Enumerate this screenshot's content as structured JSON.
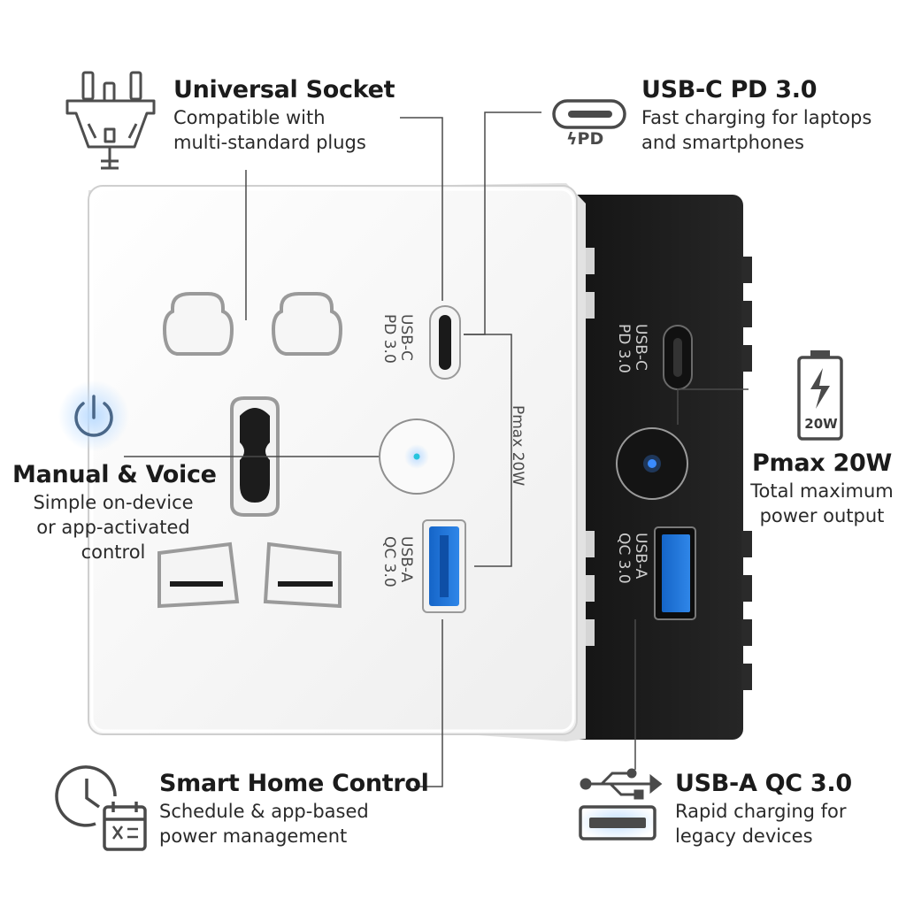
{
  "features": {
    "universal": {
      "title": "Universal Socket",
      "desc_line1": "Compatible with",
      "desc_line2": "multi-standard plugs",
      "icon": "plug-icon"
    },
    "usbc": {
      "title": "USB-C PD 3.0",
      "desc_line1": "Fast charging for laptops",
      "desc_line2": "and smartphones",
      "icon": "usb-c-pd-icon",
      "icon_text": "ϟPD"
    },
    "manual": {
      "title": "Manual & Voice",
      "desc_line1": "Simple on-device",
      "desc_line2": "or app-activated",
      "desc_line3": "control",
      "icon": "power-icon"
    },
    "pmax": {
      "title": "Pmax 20W",
      "desc_line1": "Total maximum",
      "desc_line2": "power output",
      "icon": "battery-icon",
      "battery_label": "20W"
    },
    "smart": {
      "title": "Smart Home Control",
      "desc_line1": "Schedule & app-based",
      "desc_line2": "power management",
      "icon": "clock-calendar-icon"
    },
    "usba": {
      "title": "USB-A QC 3.0",
      "desc_line1": "Rapid charging for",
      "desc_line2": "legacy devices",
      "icon": "usb-a-icon"
    }
  },
  "white_panel": {
    "usbc_label_line1": "USB-C",
    "usbc_label_line2": "PD 3.0",
    "pmax_label": "Pmax 20W",
    "usba_label_line1": "USB-A",
    "usba_label_line2": "QC 3.0"
  },
  "black_panel": {
    "usbc_label_line1": "USB-C",
    "usbc_label_line2": "PD 3.0",
    "usba_label_line1": "USB-A",
    "usba_label_line2": "QC 3.0"
  },
  "colors": {
    "usb_blue": "#1e73d8",
    "indicator_blue": "#3a8cff",
    "black_panel": "#1a1a1a",
    "white_panel": "#ffffff",
    "icon_gray": "#4a4a4a"
  }
}
